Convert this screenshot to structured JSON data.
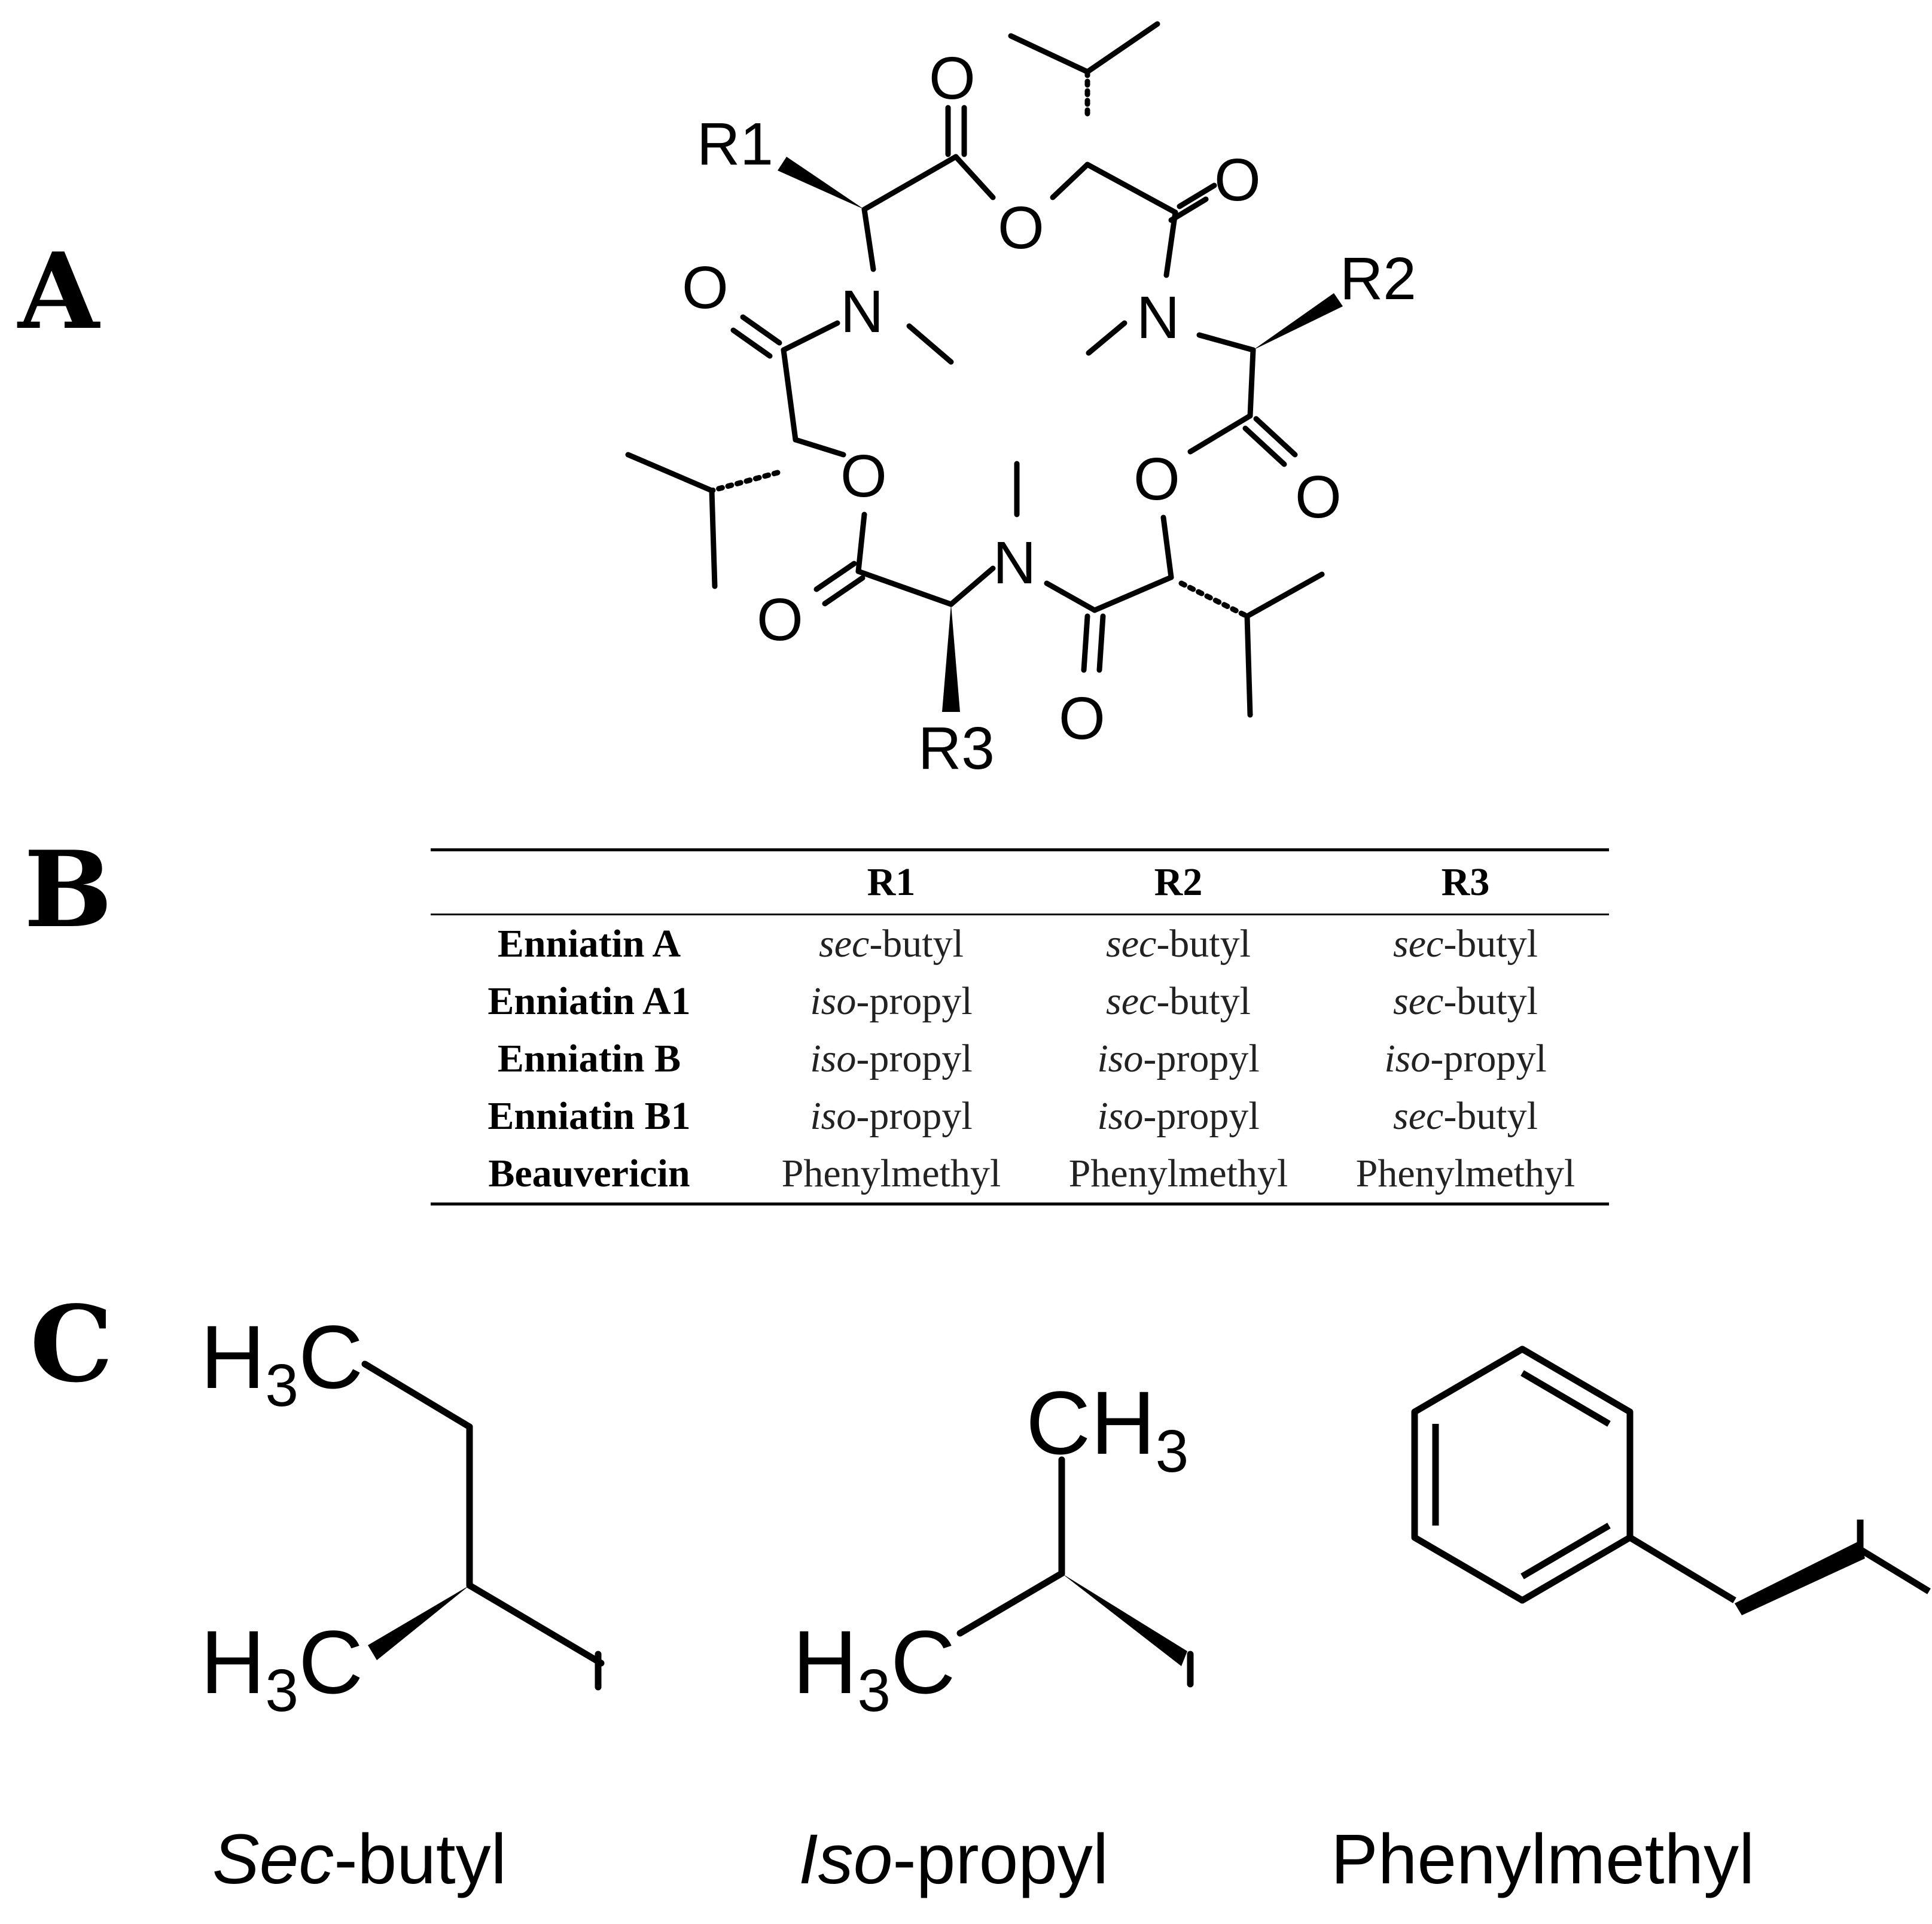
{
  "panels": {
    "a": "A",
    "b": "B",
    "c": "C"
  },
  "structure_labels": {
    "oxygen": "O",
    "nitrogen": "N",
    "r1": "R1",
    "r2": "R2",
    "r3": "R3"
  },
  "table": {
    "headers": [
      "",
      "R1",
      "R2",
      "R3"
    ],
    "rows": [
      {
        "name": "Enniatin A",
        "cells": [
          {
            "pre": "sec",
            "post": "-butyl"
          },
          {
            "pre": "sec",
            "post": "-butyl"
          },
          {
            "pre": "sec",
            "post": "-butyl"
          }
        ]
      },
      {
        "name": "Enniatin A1",
        "cells": [
          {
            "pre": "iso",
            "post": "-propyl"
          },
          {
            "pre": "sec",
            "post": "-butyl"
          },
          {
            "pre": "sec",
            "post": "-butyl"
          }
        ]
      },
      {
        "name": "Enniatin B",
        "cells": [
          {
            "pre": "iso",
            "post": "-propyl"
          },
          {
            "pre": "iso",
            "post": "-propyl"
          },
          {
            "pre": "iso",
            "post": "-propyl"
          }
        ]
      },
      {
        "name": "Enniatin B1",
        "cells": [
          {
            "pre": "iso",
            "post": "-propyl"
          },
          {
            "pre": "iso",
            "post": "-propyl"
          },
          {
            "pre": "sec",
            "post": "-butyl"
          }
        ]
      },
      {
        "name": "Beauvericin",
        "cells": [
          {
            "pre": "",
            "post": "Phenylmethyl"
          },
          {
            "pre": "",
            "post": "Phenylmethyl"
          },
          {
            "pre": "",
            "post": "Phenylmethyl"
          }
        ]
      }
    ]
  },
  "substituents": {
    "methyl_h": "H",
    "methyl_c": "C",
    "methyl_sub": "3",
    "sec_caption_italic": "Sec",
    "sec_caption_rest": "-butyl",
    "iso_caption_italic": "Iso",
    "iso_caption_rest": "-propyl",
    "phenyl_caption": "Phenylmethyl"
  }
}
